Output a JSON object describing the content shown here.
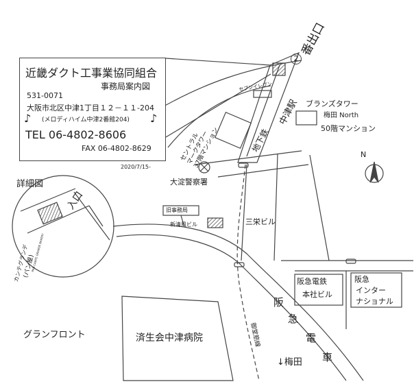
{
  "info": {
    "company": "近畿ダクト工事業協同組合",
    "subtitle": "事務局案内図",
    "postal": "531-0071",
    "address": "大阪市北区中津1丁目１２－１１-204",
    "building": "(メロディハイム中津2番館204)",
    "note_glyph": "♪",
    "tel": "TEL 06-4802-8606",
    "fax": "FAX 06-4802-8629",
    "date": "2020/7/15-"
  },
  "labels": {
    "exit_number": "2",
    "exit_text": "番出口",
    "seven_eleven": "セブンイレブン",
    "central_tower": "セントラル\nマークタワー\n37階マンション",
    "subway": "地下鉄",
    "nakatsu_station": "中津駅",
    "branz_1": "ブランズタワー",
    "branz_2": "梅田 North",
    "branz_3": "50階マンション",
    "north": "N",
    "police": "大淀警察署",
    "detail": "詳細図",
    "entrance": "入口",
    "old_office": "旧事務局",
    "shinseien": "新清風ビル",
    "sanei": "三栄ビル",
    "bakery_1": "カンテグランデ",
    "bakery_2": "(パン屋)",
    "bakery_en": "PAN CANTE GRANDE BAKERY",
    "hankyu_hq_1": "阪急電鉄",
    "hankyu_hq_2": "本社ビル",
    "hankyu_intl_1": "阪急",
    "hankyu_intl_2": "インター",
    "hankyu_intl_3": "ナショナル",
    "hankyu_line_1": "阪",
    "hankyu_line_2": "急",
    "hankyu_line_3": "電",
    "hankyu_line_4": "車",
    "grand_front": "グランフロント",
    "hospital": "済生会中津病院",
    "midosuji": "御堂筋線",
    "umeda": "↓梅田"
  }
}
